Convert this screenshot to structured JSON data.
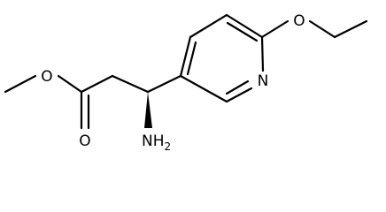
{
  "molecule": {
    "atoms": {
      "o_ester": {
        "symbol": "O"
      },
      "o_carbonyl": {
        "symbol": "O"
      },
      "n_amine": {
        "symbol": "N",
        "sub": "H",
        "sub_count": "2"
      },
      "n_ring": {
        "symbol": "N"
      },
      "o_ether": {
        "symbol": "O"
      }
    },
    "colors": {
      "bond": "#000000",
      "label": "#000000",
      "background": "#ffffff"
    }
  }
}
